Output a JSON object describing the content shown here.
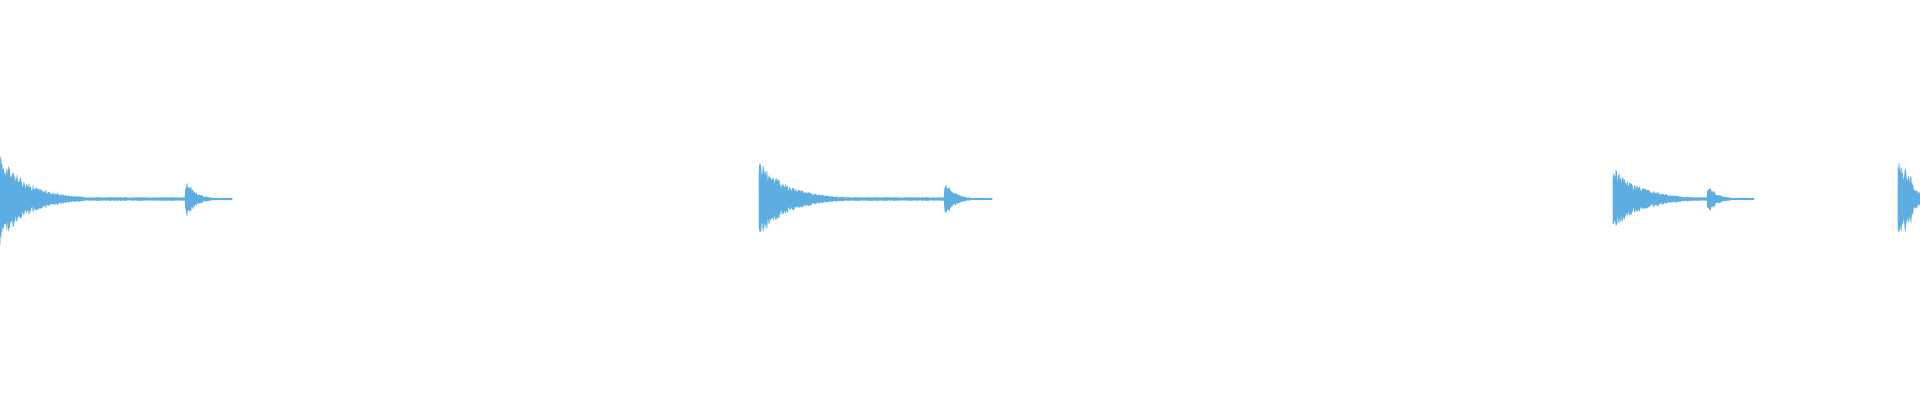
{
  "waveform": {
    "color": "#5dade2",
    "background": "#ffffff",
    "segments": [
      {
        "id": "segment-1",
        "peak_amplitude": 1.0
      },
      {
        "id": "segment-2",
        "peak_amplitude": 0.92
      },
      {
        "id": "segment-3",
        "peak_amplitude": 0.73
      },
      {
        "id": "segment-4",
        "peak_amplitude": 0.86
      }
    ]
  }
}
